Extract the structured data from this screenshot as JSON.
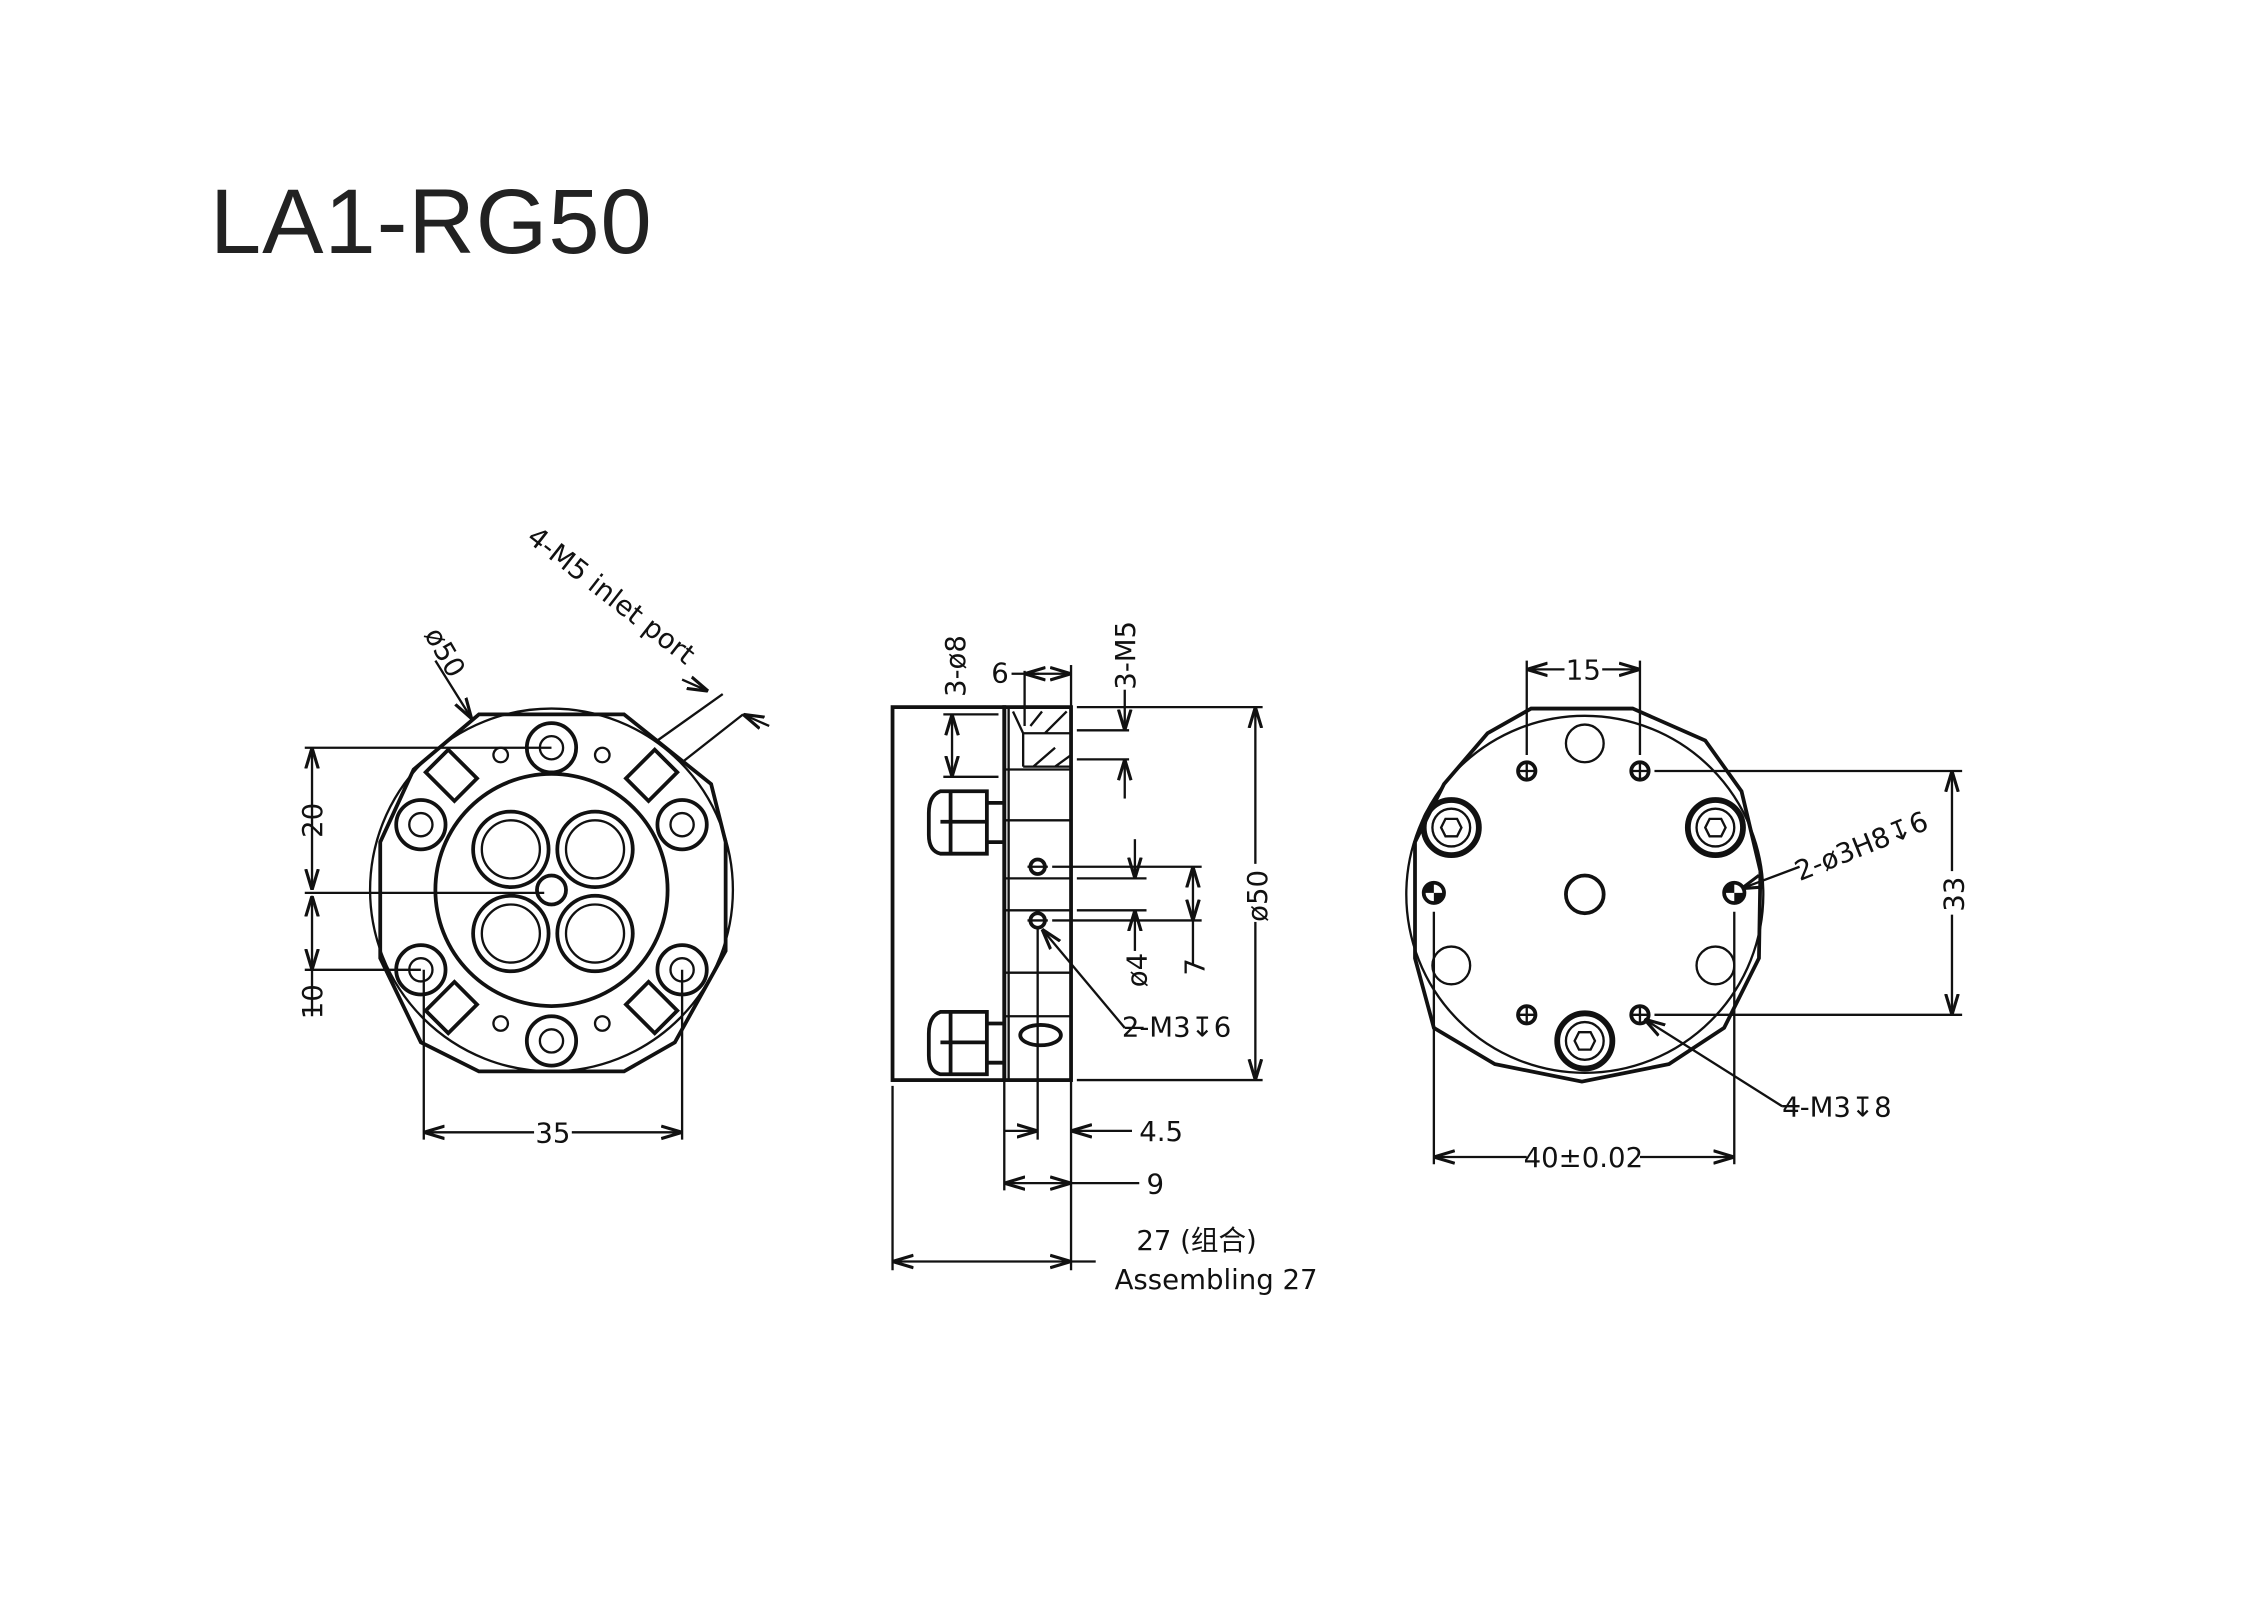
{
  "title": "LA1-RG50",
  "front_view": {
    "inlet_label": "4-M5 inlet port",
    "diameter": "ø50",
    "dim_20": "20",
    "dim_10": "10",
    "dim_35": "35"
  },
  "side_view": {
    "holes_8": "3-ø8",
    "dim_6": "6",
    "thread_m5": "3-M5",
    "diameter": "ø50",
    "hole_4": "ø4",
    "dim_7": "7",
    "thread_m3": "2-M3↧6",
    "dim_4_5": "4.5",
    "dim_9": "9",
    "assembly_cn": "27 (组合)",
    "assembly_en": "Assembling 27"
  },
  "rear_view": {
    "dim_15": "15",
    "pin_holes": "2-ø3H8↧6",
    "dim_33": "33",
    "thread_m3": "4-M3↧8",
    "dim_40": "40±0.02"
  }
}
